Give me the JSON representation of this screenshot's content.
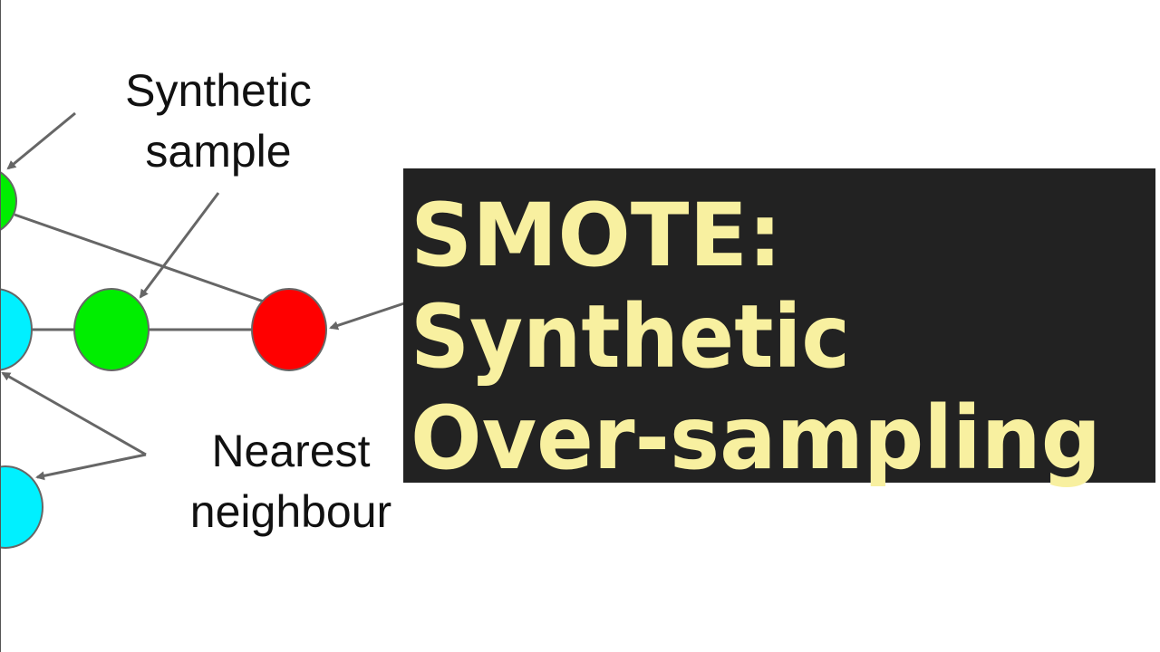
{
  "diagram": {
    "labels": {
      "synthetic_line1": "Synthetic",
      "synthetic_line2": "sample",
      "nearest_line1": "Nearest",
      "nearest_line2": "neighbour"
    },
    "colors": {
      "minority_point": "#ff0000",
      "synthetic_point": "#00ee00",
      "neighbour_point": "#00f0ff",
      "edge": "#666666"
    }
  },
  "title_box": {
    "line1": "SMOTE:",
    "line2": "Synthetic",
    "line3": "Over-sampling",
    "background": "#222222",
    "text_color": "#f8f0a0"
  }
}
